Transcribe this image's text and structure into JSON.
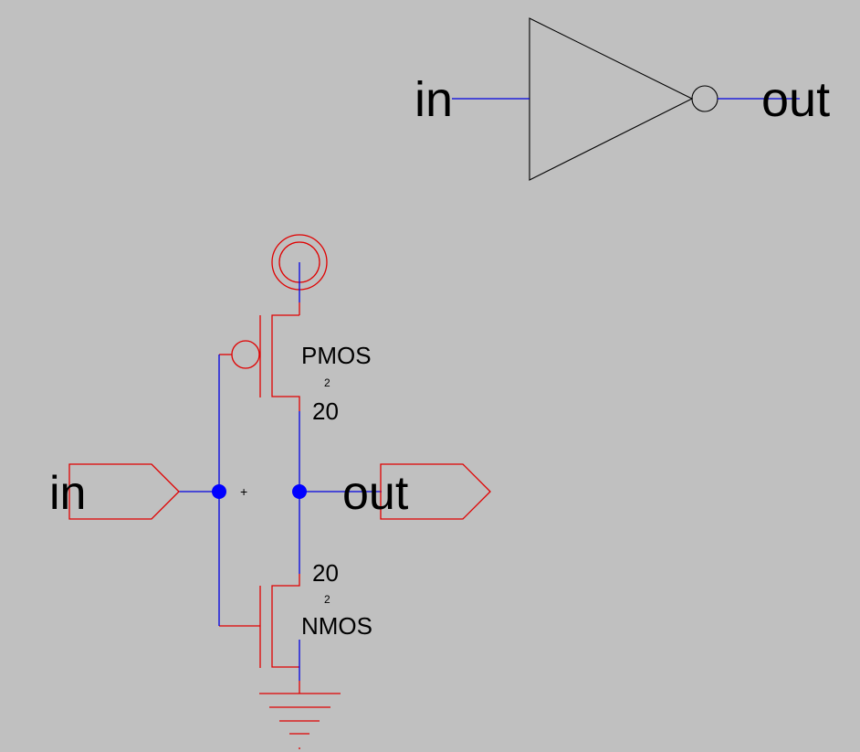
{
  "icon": {
    "input_label": "in",
    "output_label": "out"
  },
  "schematic": {
    "input_port": "in",
    "output_port": "out",
    "pmos": {
      "label": "PMOS",
      "length": "2",
      "width": "20"
    },
    "nmos": {
      "label": "NMOS",
      "length": "2",
      "width": "20"
    },
    "center_marker": "+"
  },
  "colors": {
    "background": "#c0c0c0",
    "wire": "#0000e0",
    "component": "#e00000"
  }
}
